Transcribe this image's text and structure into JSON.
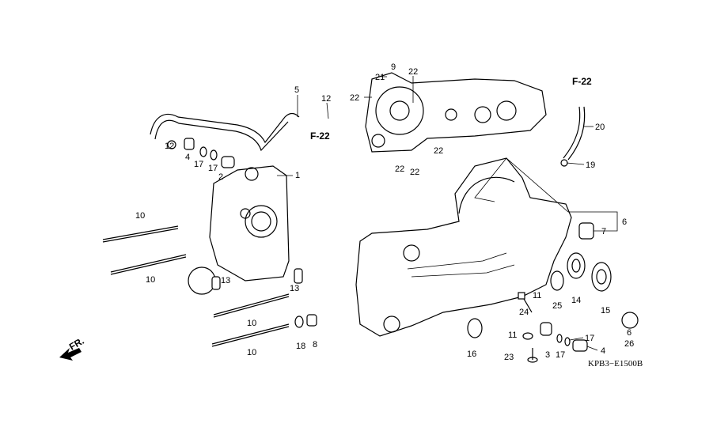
{
  "diagram": {
    "title_code": "KPB3−E1500B",
    "direction_label": "FR.",
    "references": [
      "F-22",
      "F-22"
    ],
    "callouts": {
      "hose_5": "5",
      "clip_12_top": "12",
      "clip_12_left": "12",
      "plug_4_left": "4",
      "washer_17_a": "17",
      "washer_17_b": "17",
      "pipe_2": "2",
      "crankcase_right_1": "1",
      "stud_10_a": "10",
      "stud_10_b": "10",
      "stud_10_c": "10",
      "stud_10_d": "10",
      "dowel_13_a": "13",
      "dowel_13_b": "13",
      "washer_18": "18",
      "collar_8": "8",
      "cover_9": "9",
      "bolt_21": "21",
      "bolt_22_a": "22",
      "bolt_22_b": "22",
      "bolt_22_c": "22",
      "bolt_22_d": "22",
      "bolt_22_e": "22",
      "tube_20": "20",
      "clip_19": "19",
      "crankcase_left_6": "6",
      "bushing_7": "7",
      "nut_11_a": "11",
      "bearing_25": "25",
      "bearing_14": "14",
      "seal_15": "15",
      "bolt_24": "24",
      "seal_16": "16",
      "nut_11_b": "11",
      "pipe_3": "3",
      "washer_17_c": "17",
      "washer_17_d": "17",
      "plug_4_right": "4",
      "bolt_23": "23",
      "gear_6": "6",
      "gear_26": "26"
    }
  }
}
